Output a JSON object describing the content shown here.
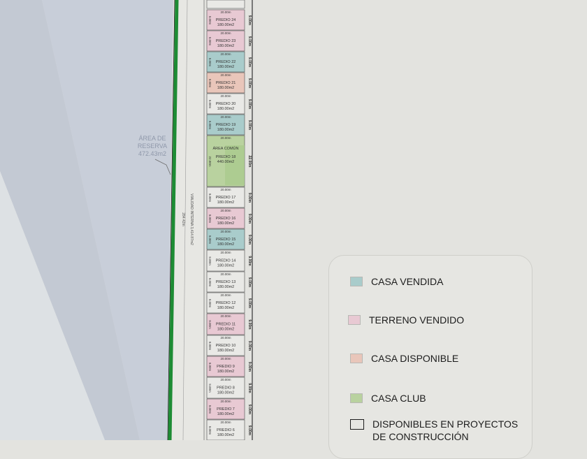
{
  "reserve": {
    "line1": "ÁREA DE",
    "line2": "RESERVA",
    "area": "472.43m2"
  },
  "road": {
    "label": "VIALIDAD INTERNA 3,414.87m2",
    "length": "284.42m"
  },
  "common_area": {
    "label": "ÁREA COMÚN"
  },
  "dimensions": {
    "width": "20.00m",
    "depth": "9.00m",
    "depth_large": "22.00m"
  },
  "colors": {
    "casa_vendida": "#a9cccb",
    "terreno_vendido": "#e8c9d3",
    "casa_disponible": "#e9c6ba",
    "casa_club": "#b9d29f",
    "disponible": "#e9e9e6"
  },
  "lots": [
    {
      "name": "PREDIO 24",
      "area": "180.00m2",
      "status": "terreno_vendido"
    },
    {
      "name": "PREDIO 23",
      "area": "180.00m2",
      "status": "terreno_vendido"
    },
    {
      "name": "PREDIO 22",
      "area": "180.00m2",
      "status": "casa_vendida"
    },
    {
      "name": "PREDIO 21",
      "area": "180.00m2",
      "status": "casa_disponible"
    },
    {
      "name": "PREDIO 20",
      "area": "180.00m2",
      "status": "disponible"
    },
    {
      "name": "PREDIO 19",
      "area": "180.00m2",
      "status": "casa_vendida"
    },
    {
      "name": "PREDIO 18",
      "area": "440.00m2",
      "status": "casa_club"
    },
    {
      "name": "PREDIO 17",
      "area": "180.00m2",
      "status": "disponible"
    },
    {
      "name": "PREDIO 16",
      "area": "180.00m2",
      "status": "terreno_vendido"
    },
    {
      "name": "PREDIO 15",
      "area": "180.00m2",
      "status": "casa_vendida"
    },
    {
      "name": "PREDIO 14",
      "area": "180.00m2",
      "status": "disponible"
    },
    {
      "name": "PREDIO 13",
      "area": "180.00m2",
      "status": "disponible"
    },
    {
      "name": "PREDIO 12",
      "area": "180.00m2",
      "status": "disponible"
    },
    {
      "name": "PREDIO 11",
      "area": "180.00m2",
      "status": "terreno_vendido"
    },
    {
      "name": "PREDIO 10",
      "area": "180.00m2",
      "status": "disponible"
    },
    {
      "name": "PREDIO 9",
      "area": "180.00m2",
      "status": "terreno_vendido"
    },
    {
      "name": "PREDIO 8",
      "area": "180.00m2",
      "status": "disponible"
    },
    {
      "name": "PREDIO 7",
      "area": "180.00m2",
      "status": "terreno_vendido"
    },
    {
      "name": "PREDIO 6",
      "area": "180.00m2",
      "status": "disponible"
    }
  ],
  "legend": [
    {
      "label": "CASA VENDIDA",
      "color": "#a9cccb"
    },
    {
      "label": "TERRENO VENDIDO",
      "color": "#e8c9d3"
    },
    {
      "label": "CASA DISPONIBLE",
      "color": "#e9c6ba"
    },
    {
      "label": "CASA CLUB",
      "color": "#b9d29f"
    },
    {
      "label": "DISPONIBLES EN PROYECTOS\nDE CONSTRUCCIÓN",
      "color": "#e6e6e2"
    }
  ]
}
